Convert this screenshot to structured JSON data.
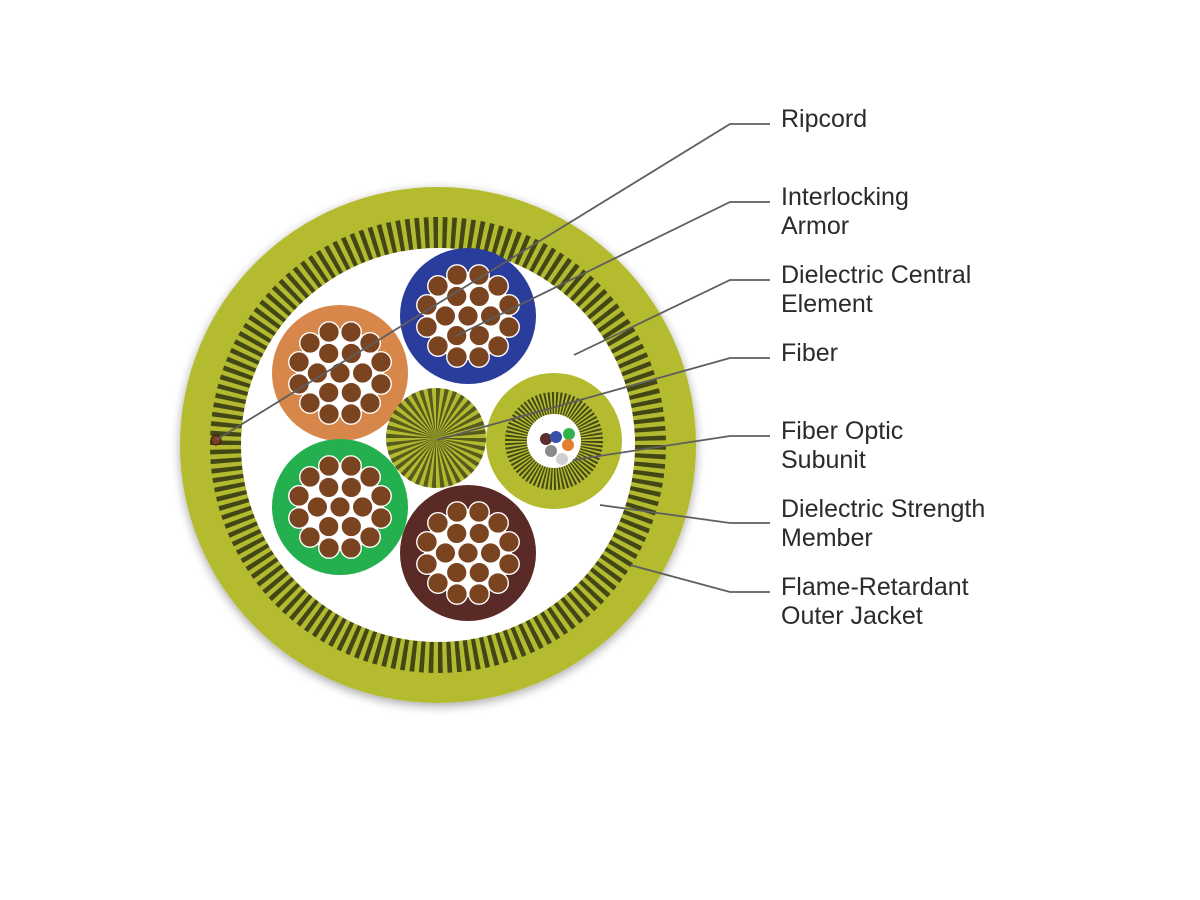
{
  "colors": {
    "jacket": "#b5bb2f",
    "armor_light": "#b4ba30",
    "armor_dark": "#2f3312",
    "core_fill": "#ffffff",
    "copper": "#7a4421",
    "orange_insulation": "#d8874a",
    "blue_insulation": "#2b3d9c",
    "green_insulation": "#24b04e",
    "brown_insulation": "#5a2a26",
    "leader_line": "#5e5e5e",
    "label_text": "#2b2b2b"
  },
  "fiber_colors": [
    "#5b2e2e",
    "#3a4fa8",
    "#2fb34a",
    "#e37e2e",
    "#8a8a8a",
    "#cfcfcf"
  ],
  "labels": [
    {
      "id": "ripcord",
      "lines": [
        "Ripcord"
      ]
    },
    {
      "id": "interlocking-armor",
      "lines": [
        "Interlocking",
        "Armor"
      ]
    },
    {
      "id": "dielectric-central-element",
      "lines": [
        "Dielectric Central",
        "Element"
      ]
    },
    {
      "id": "fiber",
      "lines": [
        "Fiber"
      ]
    },
    {
      "id": "fiber-optic-subunit",
      "lines": [
        "Fiber Optic",
        "Subunit"
      ]
    },
    {
      "id": "dielectric-strength-member",
      "lines": [
        "Dielectric Strength",
        "Member"
      ]
    },
    {
      "id": "flame-retardant-outer-jacket",
      "lines": [
        "Flame-Retardant",
        "Outer Jacket"
      ]
    }
  ]
}
